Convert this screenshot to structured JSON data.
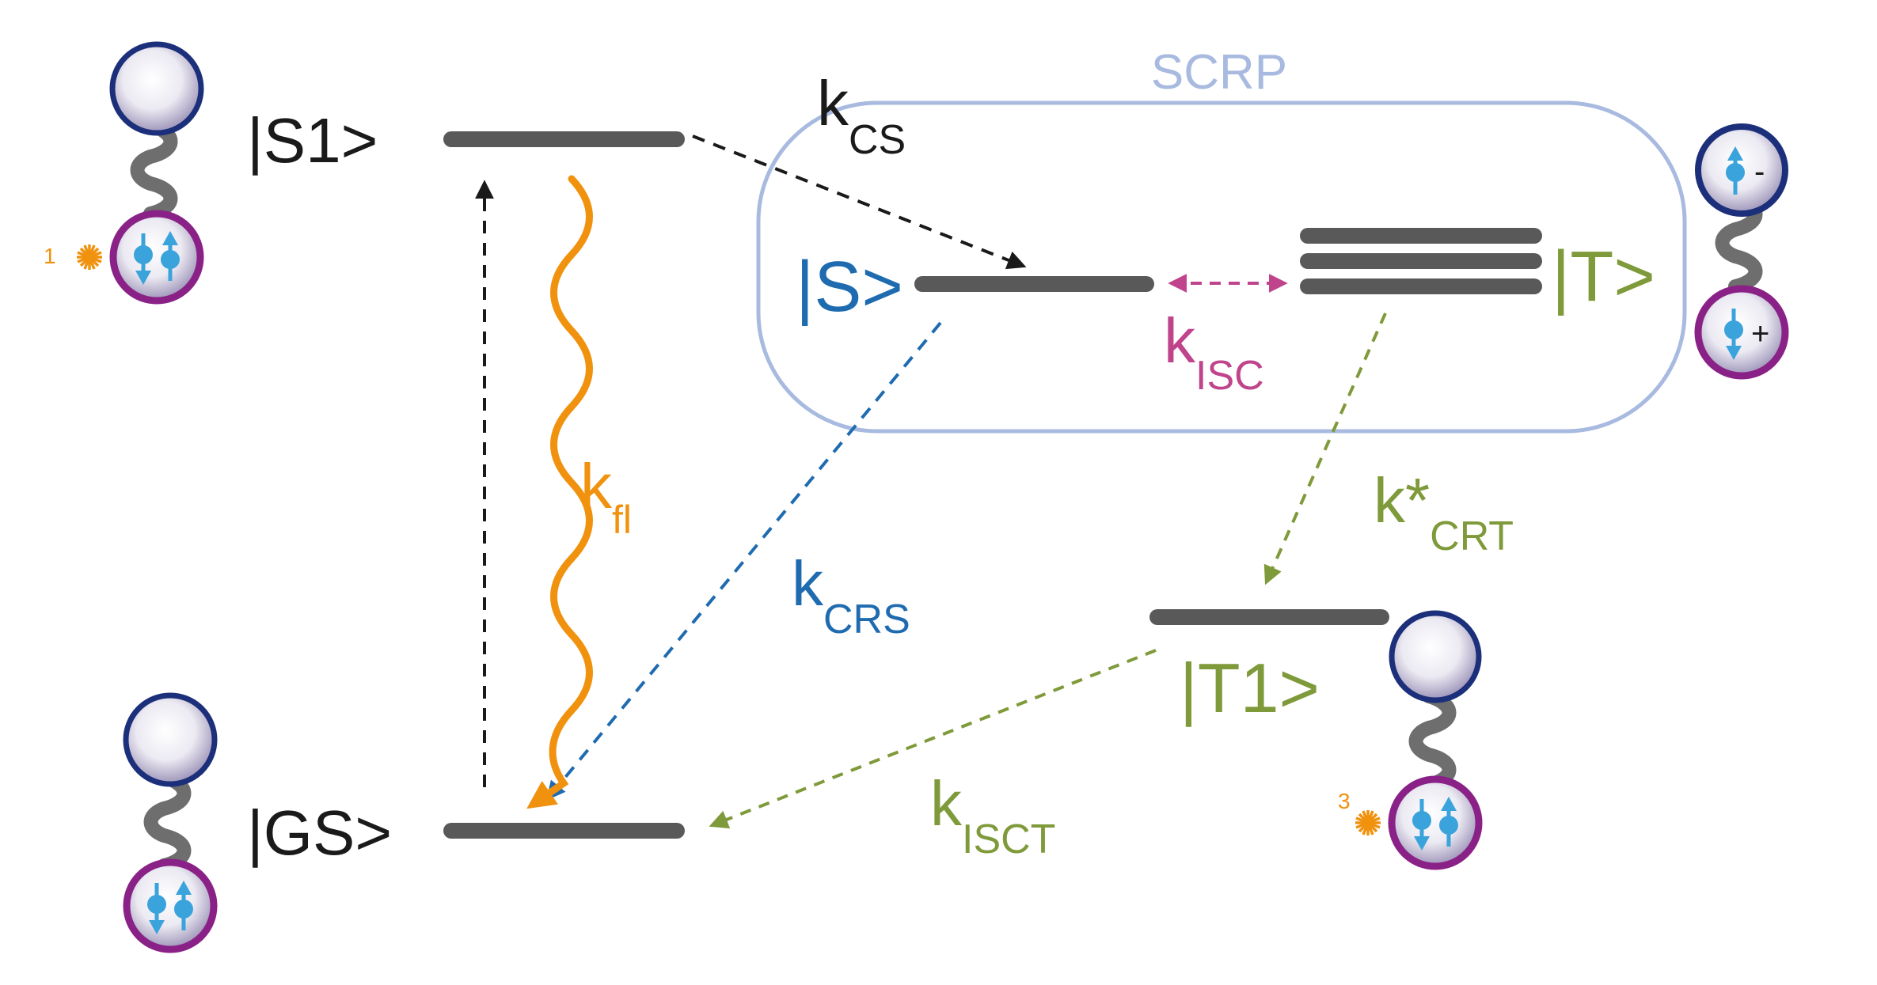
{
  "colors": {
    "level": "#595959",
    "black": "#1a1a1a",
    "blue": "#1f6bb0",
    "green": "#7f9a3a",
    "magenta": "#c0448c",
    "orange": "#f0920e",
    "box": "#a8badf",
    "donor_ring": "#1c2f7a",
    "acceptor_ring": "#8a2187",
    "electron": "#3aa3dc",
    "spring": "#6e6e6e"
  },
  "labels": {
    "s1": "|S1>",
    "gs": "|GS>",
    "s": "|S>",
    "t": "|T>",
    "t1": "|T1>",
    "scrp": "SCRP"
  },
  "rates": {
    "kcs": {
      "main": "k",
      "sub": "CS"
    },
    "kisc": {
      "main": "k",
      "sub": "ISC"
    },
    "kfl": {
      "main": "k",
      "sub": "fl"
    },
    "kcrs": {
      "main": "k",
      "sub": "CRS"
    },
    "kcrt": {
      "main": "k*",
      "sub": "CRT"
    },
    "kisct": {
      "main": "k",
      "sub": "ISCT"
    }
  },
  "molecules": {
    "excited_singlet_mark": "1",
    "excited_triplet_mark": "3",
    "radical_anion_sign": "-",
    "radical_cation_sign": "+"
  },
  "icons": [
    "excitation-star-icon",
    "electron-spin-up-icon",
    "electron-spin-down-icon",
    "spring-linker-icon"
  ]
}
